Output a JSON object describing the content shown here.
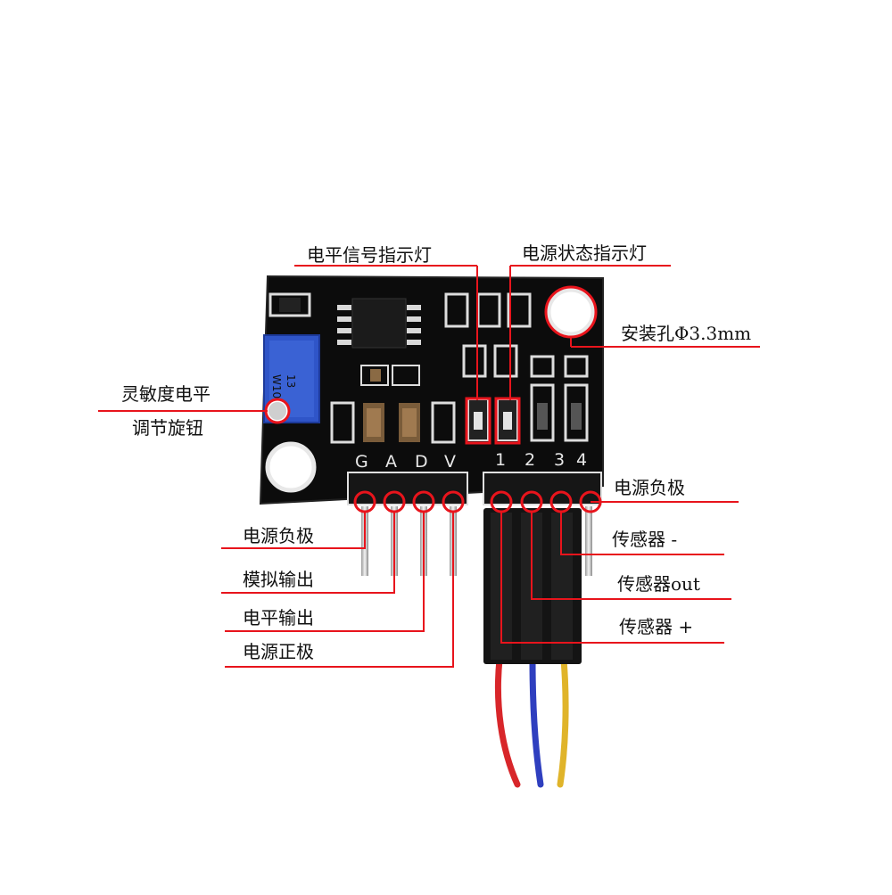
{
  "labels": {
    "level_indicator": "电平信号指示灯",
    "power_indicator": "电源状态指示灯",
    "mount_hole": "安装孔Φ3.3mm",
    "sensitivity_line1": "灵敏度电平",
    "sensitivity_line2": "调节旋钮",
    "power_negative_right": "电源负极",
    "sensor_minus": "传感器 -",
    "sensor_out": "传感器out",
    "sensor_plus": "传感器 +",
    "power_negative_left": "电源负极",
    "analog_output": "模拟输出",
    "level_output": "电平输出",
    "power_positive": "电源正极"
  },
  "board": {
    "left_pins": [
      "G",
      "A",
      "D",
      "V"
    ],
    "right_pins": [
      "1",
      "2",
      "3",
      "4"
    ],
    "potentiometer_text": [
      "13",
      "W103"
    ]
  },
  "colors": {
    "annotation_red": "#e8141c",
    "pcb_black": "#0c0c0c",
    "potentiometer_blue": "#2f55c8",
    "wire_red": "#d8262a",
    "wire_blue": "#2f3fbf",
    "wire_yellow": "#e0b42a"
  }
}
